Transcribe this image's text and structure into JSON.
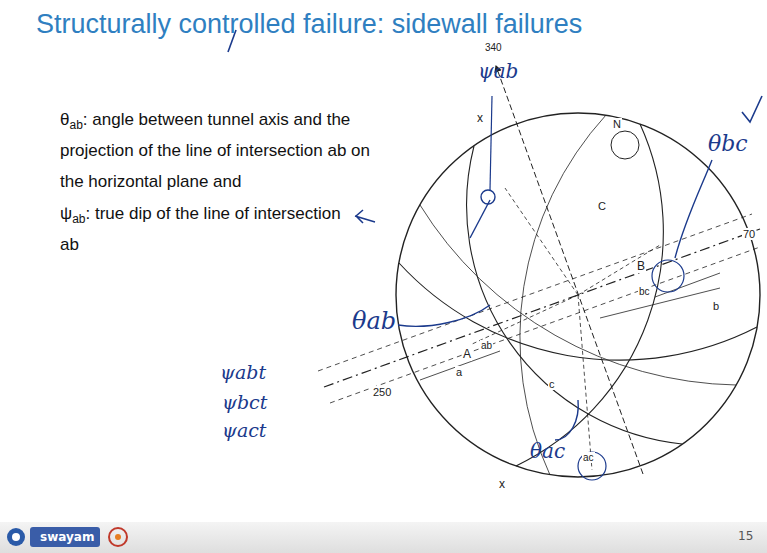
{
  "diagram": {
    "title": "Structurally controlled failure: sidewall failures",
    "labels": [
      "θ",
      "ab",
      ": angle between tunnel axis and the projection of the line of intersection ab on the horizontal plane and",
      "ψ",
      "ab",
      ": true dip of the line of intersection ab",
      "ψabt",
      "ψbct",
      "ψact",
      "θab",
      "θbc",
      "θac",
      "ψab",
      "340",
      "N",
      "70",
      "250",
      "x",
      "x",
      "A",
      "B",
      "C",
      "a",
      "b",
      "c",
      "ab",
      "bc",
      "ac",
      "swayam",
      "15"
    ]
  }
}
